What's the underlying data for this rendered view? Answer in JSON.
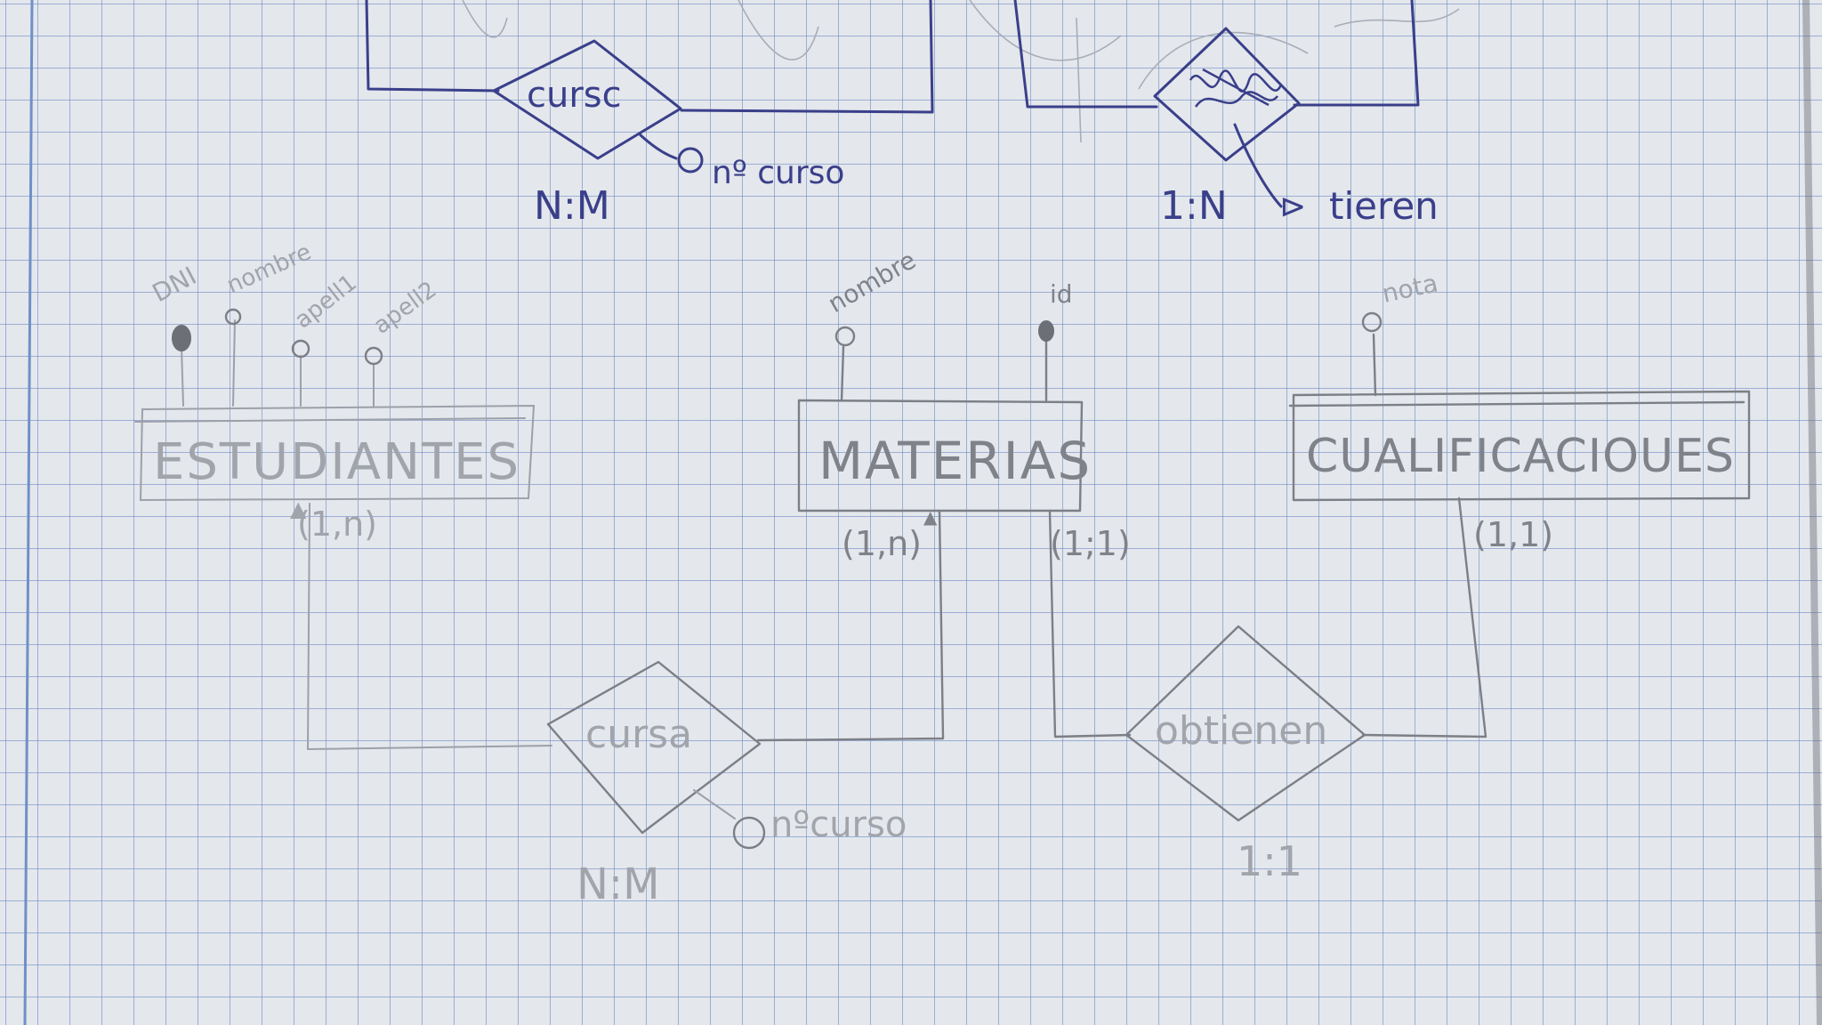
{
  "top_diagram": {
    "rel_left": {
      "name": "cursc",
      "attribute": "nº curso",
      "cardinality": "N:M"
    },
    "rel_right": {
      "name": "tienen",
      "scribbled": true,
      "cardinality": "1:N",
      "label": "tieren"
    }
  },
  "entities": {
    "estudiantes": {
      "name": "ESTUDIANTES",
      "attributes": [
        "DNI",
        "nombre",
        "apell1",
        "apell2"
      ],
      "cardinality": "(1,n)"
    },
    "materias": {
      "name": "MATERIAS",
      "attributes": [
        "nombre",
        "id"
      ],
      "cardinality_left": "(1,n)",
      "cardinality_right": "(1;1)"
    },
    "calificaciones": {
      "name": "CUALIFICACIOUES",
      "attributes": [
        "nota"
      ],
      "cardinality": "(1,1)"
    }
  },
  "relationships": {
    "cursa": {
      "name": "cursa",
      "attribute": "nºcurso",
      "cardinality": "N:M"
    },
    "obtienen": {
      "name": "obtienen",
      "cardinality": "1:1"
    }
  },
  "colors": {
    "pen": "#3a3f8a",
    "pencil": "#7d7f86",
    "grid": "#5f82c3",
    "paper": "#e4e7ec"
  }
}
